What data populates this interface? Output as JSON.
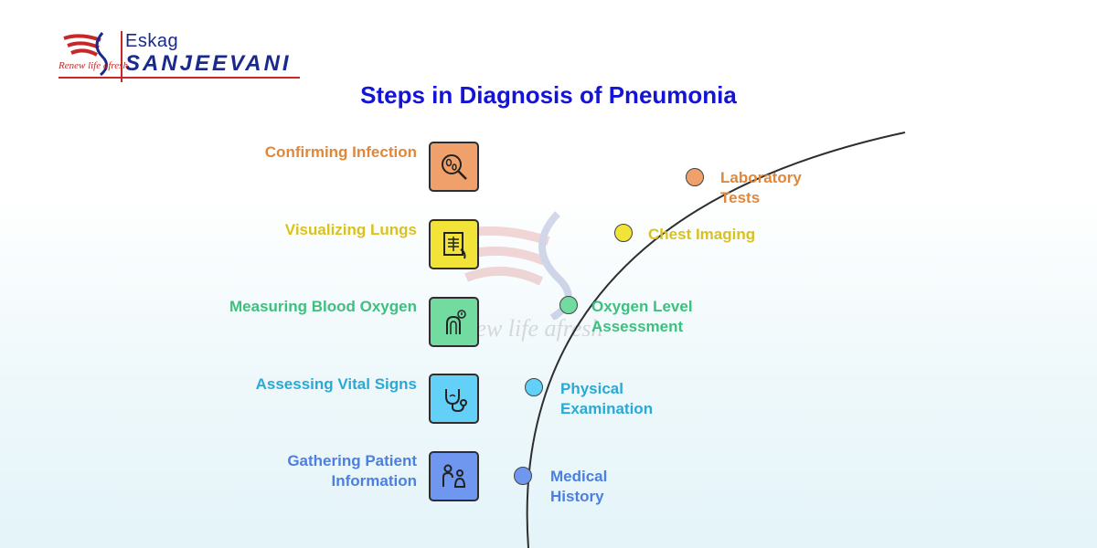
{
  "logo": {
    "brand_top": "Eskag",
    "brand_main": "SANJEEVANI",
    "tagline": "Renew life afresh"
  },
  "title": "Steps in Diagnosis of Pneumonia",
  "watermark": {
    "text": "Renew life afresh"
  },
  "left_items": [
    {
      "label": "Confirming Infection",
      "color": "#e0873a",
      "icon": "microscope-bacteria-icon"
    },
    {
      "label": "Visualizing Lungs",
      "color": "#d9c21f",
      "icon": "chest-xray-icon"
    },
    {
      "label": "Measuring Blood Oxygen",
      "color": "#3fbf7f",
      "icon": "pulse-oximeter-icon"
    },
    {
      "label": "Assessing Vital Signs",
      "color": "#29a9d6",
      "icon": "stethoscope-icon"
    },
    {
      "label": "Gathering Patient Information",
      "color": "#4b7fe0",
      "icon": "patient-consultation-icon"
    }
  ],
  "steps": [
    {
      "line1": "Laboratory",
      "line2": "Tests",
      "color": "#e0873a",
      "dot_color": "#f0a06a"
    },
    {
      "line1": "Chest Imaging",
      "line2": "",
      "color": "#d9c21f",
      "dot_color": "#f2e338"
    },
    {
      "line1": "Oxygen Level",
      "line2": "Assessment",
      "color": "#3fbf7f",
      "dot_color": "#72dba0"
    },
    {
      "line1": "Physical",
      "line2": "Examination",
      "color": "#29a9d6",
      "dot_color": "#62d0f7"
    },
    {
      "line1": "Medical",
      "line2": "History",
      "color": "#4b7fe0",
      "dot_color": "#6f97ef"
    }
  ]
}
